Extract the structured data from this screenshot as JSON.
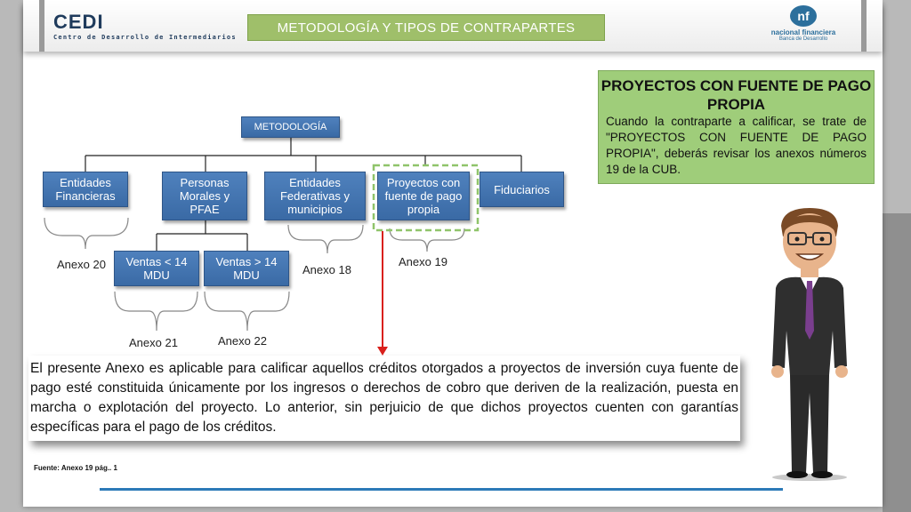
{
  "header": {
    "logo_main": "CEDI",
    "logo_sub": "Centro de Desarrollo de Intermediarios",
    "title": "METODOLOGÍA Y TIPOS DE CONTRAPARTES",
    "partner_logo_mark": "nf",
    "partner_logo_name": "nacional financiera",
    "partner_logo_sub": "Banca de Desarrollo"
  },
  "diagram": {
    "root": "METODOLOGÍA",
    "nodes": {
      "entidades_financieras": "Entidades Financieras",
      "personas_morales": "Personas Morales y PFAE",
      "entidades_federativas": "Entidades Federativas y municipios",
      "proyectos": "Proyectos con fuente de pago propia",
      "fiduciarios": "Fiduciarios",
      "ventas_menor": "Ventas < 14 MDU",
      "ventas_mayor": "Ventas > 14 MDU"
    },
    "annexes": {
      "a20": "Anexo 20",
      "a18": "Anexo 18",
      "a19": "Anexo 19",
      "a21": "Anexo 21",
      "a22": "Anexo 22"
    }
  },
  "info_box": {
    "title": "PROYECTOS CON FUENTE DE PAGO PROPIA",
    "text": "Cuando la contraparte a calificar, se trate de \"PROYECTOS CON FUENTE DE PAGO PROPIA\", deberás revisar los anexos números 19 de la CUB."
  },
  "quote": {
    "text": "El presente Anexo es aplicable para calificar aquellos créditos otorgados a proyectos de inversión cuya fuente de pago esté constituida únicamente por los ingresos o derechos de cobro que deriven de la realización, puesta en marcha o explotación del proyecto. Lo anterior, sin perjuicio de que dichos proyectos cuenten con garantías específicas para el pago de los créditos."
  },
  "footer": {
    "source": "Fuente: Anexo 19  pág.. 1"
  },
  "colors": {
    "node_blue": "#4f81bd",
    "title_green": "#9fbf6a",
    "info_green": "#9fcd7a",
    "arrow_red": "#d9201c",
    "highlight_dash": "#8fc46a"
  }
}
